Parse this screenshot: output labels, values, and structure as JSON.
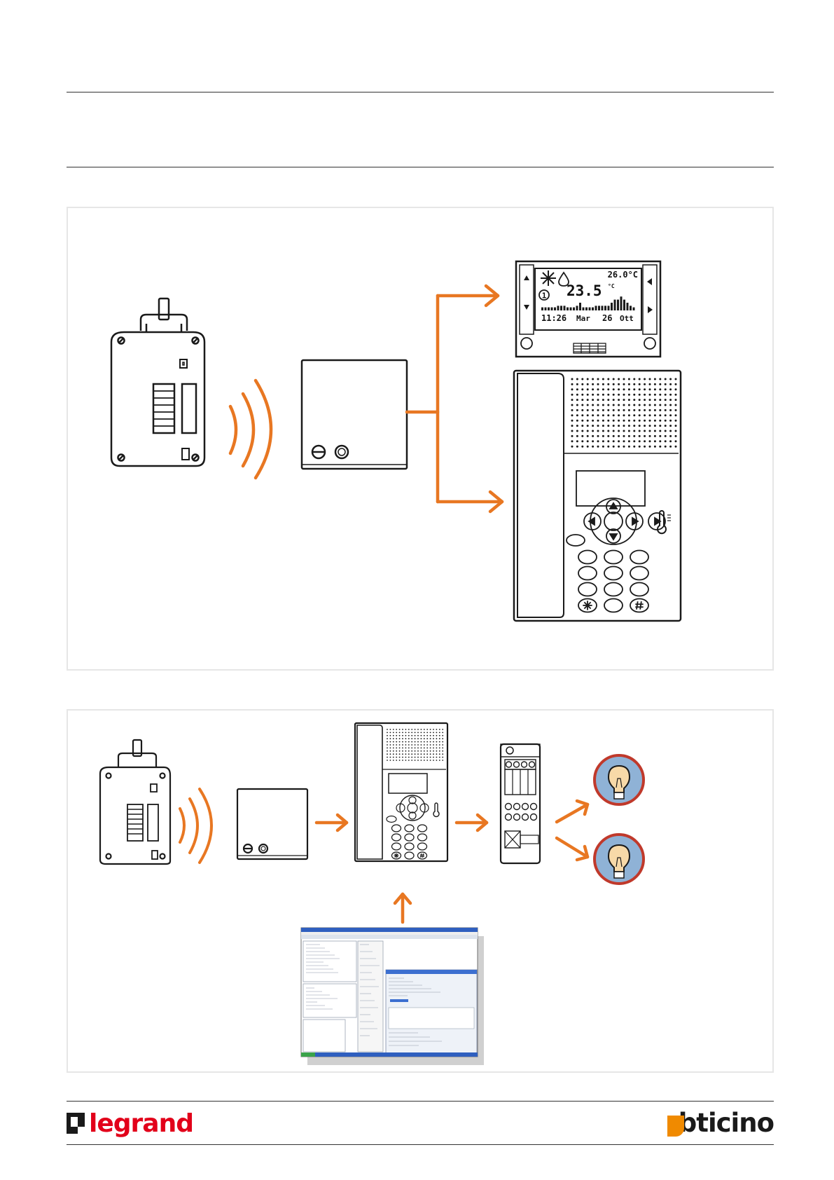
{
  "brands": {
    "legrand": "legrand",
    "bticino": "bticino"
  },
  "thermostat_display": {
    "set_temp": "26.0°C",
    "current_temp": "23.5",
    "current_unit": "°C",
    "program_number": "1",
    "time": "11:26",
    "day": "Mar",
    "date_day": "26",
    "month": "Ott"
  },
  "colors": {
    "accent": "#e87722",
    "outline": "#1a1a1a",
    "panel_border": "#e6e6e6",
    "bulb_ring": "#c0392b",
    "bulb_fill": "#8fb2d6",
    "legrand_red": "#e2001a",
    "bticino_orange": "#f08a00"
  },
  "icons": {
    "thermostat_mode": [
      "snowflake-icon",
      "droplet-icon"
    ],
    "handset_thermo": "thermometer-icon",
    "keypad_special": [
      "asterisk-icon",
      "hash-icon"
    ]
  }
}
